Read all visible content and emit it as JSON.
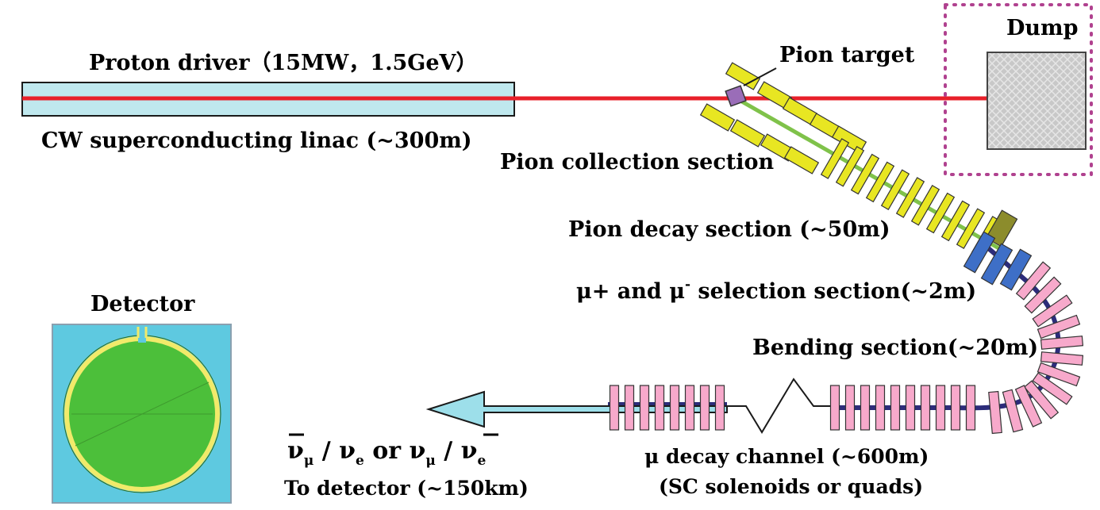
{
  "labels": {
    "proton_driver": "Proton driver（15MW，1.5GeV）",
    "linac": "CW superconducting linac (~300m)",
    "pion_target": "Pion target",
    "dump": "Dump",
    "pion_collection": "Pion collection section",
    "pion_decay": "Pion decay section (~50m)",
    "mu_selection_a": "μ+ and μ",
    "mu_selection_sup": "-",
    "mu_selection_b": " selection section(~2m)",
    "bending": "Bending section(~20m)",
    "detector": "Detector",
    "to_detector": "To detector (~150km)",
    "mu_decay_channel": "μ decay channel (~600m)",
    "sc_solenoids": "(SC solenoids or quads)",
    "nu_mu": "ν",
    "nu_mu_sub": "μ",
    "slash1": " / ",
    "nu_e": "ν",
    "nu_e_sub": "e",
    "or": " or ",
    "nu_mu2": "ν",
    "nu_mu2_sub": "μ",
    "slash2": " / ",
    "nu_e2": "ν",
    "nu_e2_sub": "e"
  },
  "colors": {
    "beam": "#e8202a",
    "linac_fill": "#bfe8ee",
    "yellow_magnet": "#e8e622",
    "blue_magnet": "#3e6fc7",
    "olive_magnet": "#8c8c2c",
    "pink_magnet": "#f7a9cb",
    "pipe": "#2c2c7a",
    "green_line": "#7fc24a",
    "arrow_fill": "#9ddfea",
    "dump_fill": "#c8c8c8",
    "dump_border": "#b0418f",
    "detector_bg": "#5ec9e0",
    "detector_disk": "#4cbf3a",
    "detector_ring": "#f1ea6a"
  }
}
